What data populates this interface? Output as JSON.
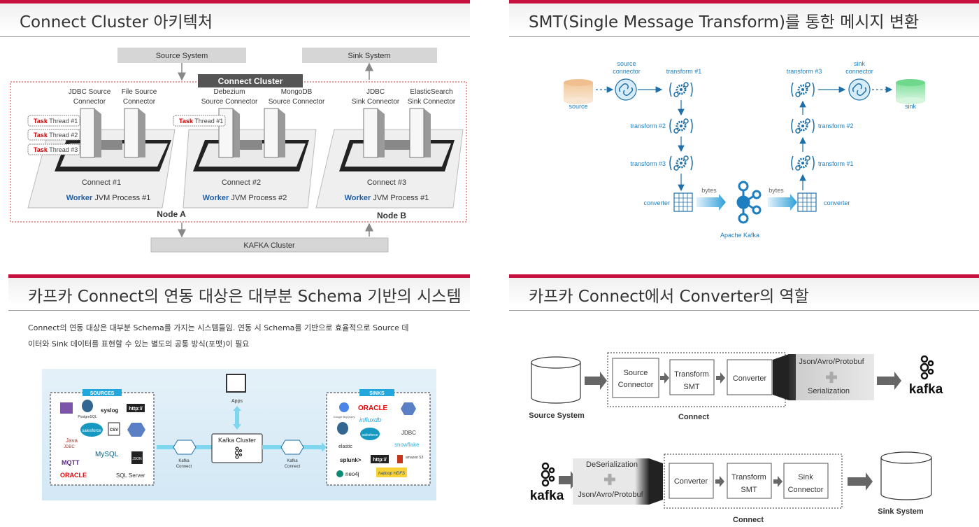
{
  "panels": {
    "tl": {
      "title": "Connect Cluster 아키텍처"
    },
    "tr": {
      "title": "SMT(Single Message Transform)를 통한 메시지 변환"
    },
    "bl": {
      "title": "카프카 Connect의 연동 대상은 대부분 Schema 기반의 시스템",
      "desc_line1": "Connect의 연동 대상은 대부분 Schema를 가지는 시스템들임.  연동 시 Schema를 기반으로 효율적으로 Source 데",
      "desc_line2": "이터와 Sink 데이터를 표현할 수 있는 별도의 공통 방식(포맷)이 필요"
    },
    "br": {
      "title": "카프카 Connect에서 Converter의 역할"
    }
  },
  "cluster": {
    "source_system": "Source System",
    "sink_system": "Sink System",
    "connect_cluster": "Connect Cluster",
    "kafka_cluster": "KAFKA Cluster",
    "node_a": "Node A",
    "node_b": "Node B",
    "jdbc_source_1": "JDBC Source",
    "jdbc_source_2": "Connector",
    "file_source_1": "File Source",
    "file_source_2": "Connector",
    "debezium_1": "Debezium",
    "debezium_2": "Source Connector",
    "mongodb_1": "MongoDB",
    "mongodb_2": "Source Connector",
    "jdbc_sink_1": "JDBC",
    "jdbc_sink_2": "Sink Connector",
    "es_sink_1": "ElasticSearch",
    "es_sink_2": "Sink Connector",
    "task_word": "Task",
    "thread1": " Thread #1",
    "thread2": " Thread #2",
    "thread3": " Thread #3",
    "connect1": "Connect #1",
    "connect2": "Connect #2",
    "connect3": "Connect #3",
    "worker_word": "Worker",
    "jvm1": " JVM Process #1",
    "jvm2": " JVM Process #2",
    "jvm3": " JVM Process #1"
  },
  "smt": {
    "source": "source",
    "source_conn_1": "source",
    "source_conn_2": "connector",
    "t1_top": "transform #1",
    "t2_left": "transform #2",
    "t3_left": "transform #3",
    "conv_left": "converter",
    "bytes_left": "bytes",
    "bytes_right": "bytes",
    "apache_kafka": "Apache Kafka",
    "conv_right": "converter",
    "t1_right": "transform #1",
    "t2_right": "transform #2",
    "t3_top": "transform #3",
    "sink_conn_1": "sink",
    "sink_conn_2": "connector",
    "sink": "sink"
  },
  "ecosys": {
    "sources_label": "SOURCES",
    "sinks_label": "SINKS",
    "apps": "Apps",
    "kafka_cluster": "Kafka Cluster",
    "kc1_1": "Kafka",
    "kc1_2": "Connect",
    "kc2_1": "Kafka",
    "kc2_2": "Connect",
    "src_postgres": "PostgreSQL",
    "src_syslog": "syslog",
    "src_http": "http://",
    "src_csv": "CSV",
    "src_java": "Java",
    "src_jdbc": "JDBC",
    "src_mysql": "MySQL",
    "src_json": "JSON",
    "src_mqtt": "MQTT",
    "src_oracle": "ORACLE",
    "src_sqlserver": "SQL Server",
    "src_salesforce": "salesforce",
    "snk_bigquery": "Google BigQuery",
    "snk_oracle": "ORACLE",
    "snk_influx": "influxdb",
    "snk_jdbc": "JDBC",
    "snk_salesforce": "salesforce",
    "snk_elastic": "elastic",
    "snk_snowflake": "snowflake",
    "snk_splunk": "splunk>",
    "snk_http": "http://",
    "snk_amazon": "amazon S3",
    "snk_neo4j": "neo4j",
    "snk_hdfs": "hadoop HDFS"
  },
  "converter": {
    "source_connector_1": "Source",
    "source_connector_2": "Connector",
    "transform_1": "Transform",
    "transform_2": "SMT",
    "converter": "Converter",
    "formats": "Json/Avro/Protobuf",
    "serialization": "Serialization",
    "source_system": "Source System",
    "connect": "Connect",
    "kafka": "kafka",
    "deserialization": "DeSerialization",
    "formats2": "Json/Avro/Protobuf",
    "converter2": "Converter",
    "transform2_1": "Transform",
    "transform2_2": "SMT",
    "sink_connector_1": "Sink",
    "sink_connector_2": "Connector",
    "sink_system": "Sink System",
    "connect2": "Connect",
    "kafka2": "kafka"
  }
}
